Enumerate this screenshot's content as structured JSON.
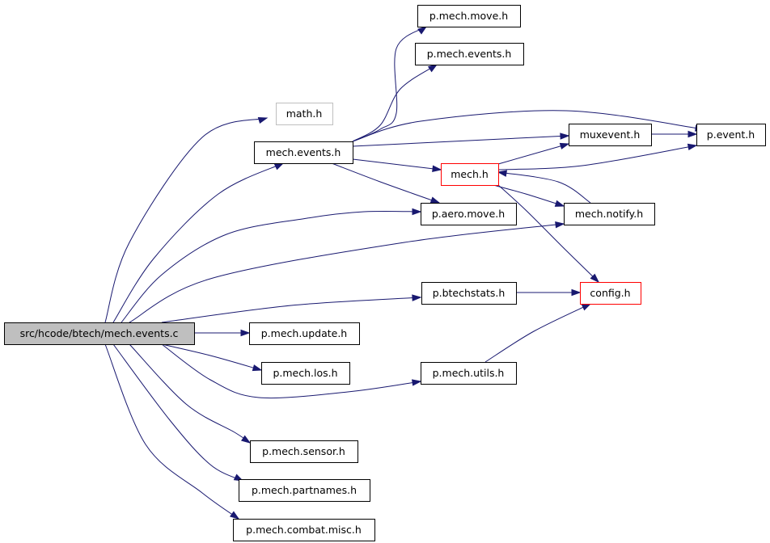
{
  "diagram": {
    "nodes": {
      "root": "src/hcode/btech/mech.events.c",
      "p_mech_move": "p.mech.move.h",
      "p_mech_events": "p.mech.events.h",
      "math": "math.h",
      "mech_events_h": "mech.events.h",
      "muxevent": "muxevent.h",
      "p_event": "p.event.h",
      "mech": "mech.h",
      "p_aero_move": "p.aero.move.h",
      "mech_notify": "mech.notify.h",
      "p_btechstats": "p.btechstats.h",
      "config": "config.h",
      "p_mech_update": "p.mech.update.h",
      "p_mech_los": "p.mech.los.h",
      "p_mech_utils": "p.mech.utils.h",
      "p_mech_sensor": "p.mech.sensor.h",
      "p_mech_partnames": "p.mech.partnames.h",
      "p_mech_combat_misc": "p.mech.combat.misc.h"
    },
    "node_styles": {
      "root": "root",
      "math": "gray",
      "mech": "red",
      "config": "red"
    },
    "edges": [
      [
        "root",
        "math"
      ],
      [
        "root",
        "mech_events_h"
      ],
      [
        "root",
        "p_aero_move"
      ],
      [
        "root",
        "mech_notify"
      ],
      [
        "root",
        "p_btechstats"
      ],
      [
        "root",
        "p_mech_update"
      ],
      [
        "root",
        "p_mech_los"
      ],
      [
        "root",
        "p_mech_utils"
      ],
      [
        "root",
        "p_mech_sensor"
      ],
      [
        "root",
        "p_mech_partnames"
      ],
      [
        "root",
        "p_mech_combat_misc"
      ],
      [
        "mech_events_h",
        "p_mech_move"
      ],
      [
        "mech_events_h",
        "p_mech_events"
      ],
      [
        "mech_events_h",
        "p_event"
      ],
      [
        "mech_events_h",
        "muxevent"
      ],
      [
        "mech_events_h",
        "mech"
      ],
      [
        "mech_events_h",
        "p_aero_move"
      ],
      [
        "mech",
        "muxevent"
      ],
      [
        "mech",
        "p_event"
      ],
      [
        "mech",
        "mech_notify"
      ],
      [
        "mech",
        "config"
      ],
      [
        "muxevent",
        "p_event"
      ],
      [
        "mech_notify",
        "mech"
      ],
      [
        "p_btechstats",
        "config"
      ],
      [
        "p_mech_utils",
        "config"
      ]
    ],
    "colors": {
      "edge": "#191970",
      "node_border": "#000000",
      "highlight_border": "#ff0000",
      "external_border": "#bfbfbf",
      "root_fill": "#bfbfbf"
    }
  }
}
